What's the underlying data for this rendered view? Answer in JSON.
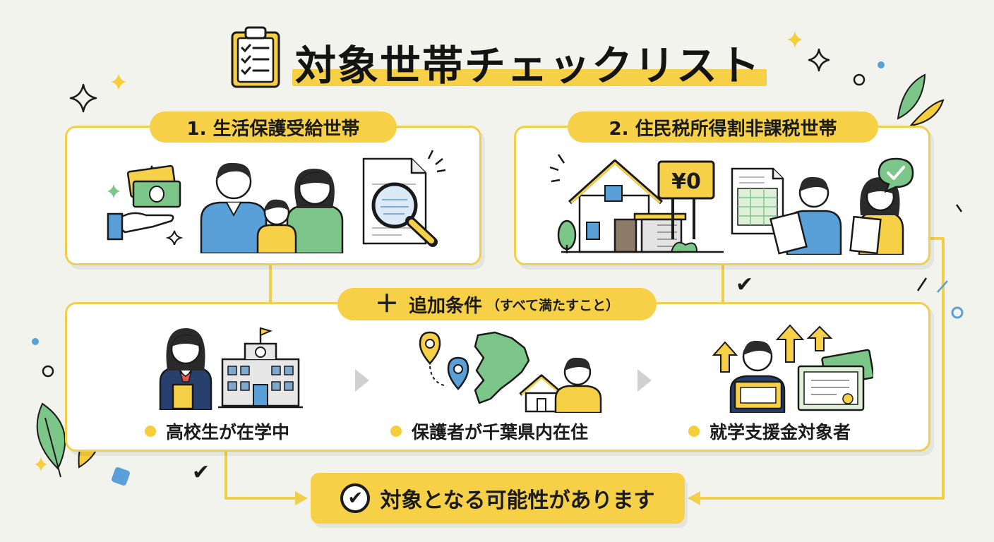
{
  "title": "対象世帯チェックリスト",
  "colors": {
    "accent_yellow": "#f6d148",
    "border_yellow": "#f2cf4b",
    "background": "#f3f3ee",
    "blue": "#5aa0d8",
    "green": "#7cc68a",
    "dark": "#1b1b1b"
  },
  "card1": {
    "label": "1. 生活保護受給世帯",
    "icons": [
      "money-hand-icon",
      "family-icon",
      "document-magnifier-icon"
    ]
  },
  "card2": {
    "label": "2. 住民税所得割非課税世帯",
    "price_tag": "¥0",
    "icons": [
      "house-icon",
      "price-sign-icon",
      "spreadsheet-icon",
      "couple-documents-icon",
      "chat-check-icon"
    ]
  },
  "conditions": {
    "label": "追加条件",
    "sublabel": "（すべて満たすこと）",
    "items": [
      {
        "text": "高校生が在学中",
        "icon": "student-school-icon"
      },
      {
        "text": "保護者が千葉県内在住",
        "icon": "chiba-map-parent-icon"
      },
      {
        "text": "就学支援金対象者",
        "icon": "certificate-money-icon"
      }
    ]
  },
  "result": {
    "text": "対象となる可能性があります"
  }
}
